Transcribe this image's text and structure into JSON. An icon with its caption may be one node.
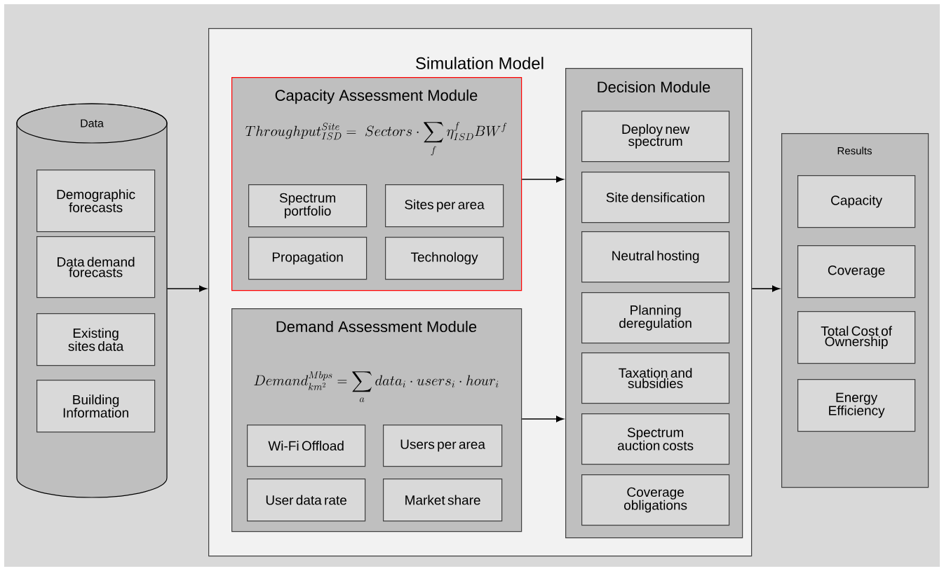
{
  "diagram": {
    "nodes": [
      {
        "text": [
          "Data"
        ]
      },
      {
        "text": [
          "Demographic forecasts"
        ],
        "in": 0
      },
      {
        "text": [
          "Data demand forecasts"
        ],
        "in": 0
      },
      {
        "text": [
          "Existing sites data"
        ],
        "in": 0
      },
      {
        "text": [
          "Building Information"
        ],
        "in": 0
      },
      {
        "text": [
          "Simulation Model"
        ]
      },
      {
        "text": [
          "Capacity Assessment Module",
          "Throughput_{ISD}^{Site} = \\; Sectors \\cdot \\sum_{f} \\eta_{ISD}^{f} BW^{f}"
        ],
        "in": 5
      },
      {
        "text": [
          "Spectrum portfolio"
        ],
        "in": 6
      },
      {
        "text": [
          "Sites per area"
        ],
        "in": 6
      },
      {
        "text": [
          "Propagation"
        ],
        "in": 6
      },
      {
        "text": [
          "Technology"
        ],
        "in": 6
      },
      {
        "text": [
          "Demand Assessment Module",
          "Demand_{km^2}^{Mbps} = \\sum_{a} data_{i} \\cdot users_{i} \\cdot hour_{i}"
        ],
        "in": 5
      },
      {
        "text": [
          "Wi-Fi Offload"
        ],
        "in": 11
      },
      {
        "text": [
          "Users per area"
        ],
        "in": 11
      },
      {
        "text": [
          "User data rate"
        ],
        "in": 11
      },
      {
        "text": [
          "Market share"
        ],
        "in": 11
      },
      {
        "text": [
          "Decision Module"
        ],
        "in": 5
      },
      {
        "text": [
          "Deploy new spectrum"
        ],
        "in": 16
      },
      {
        "text": [
          "Site densification"
        ],
        "in": 16
      },
      {
        "text": [
          "Neutral hosting"
        ],
        "in": 16
      },
      {
        "text": [
          "Planning deregulation"
        ],
        "in": 16
      },
      {
        "text": [
          "Taxation and subsidies"
        ],
        "in": 16
      },
      {
        "text": [
          "Spectrum auction costs"
        ],
        "in": 16
      },
      {
        "text": [
          "Coverage obligations"
        ],
        "in": 16
      },
      {
        "text": [
          "Results"
        ]
      },
      {
        "text": [
          "Capacity"
        ],
        "in": 24
      },
      {
        "text": [
          "Coverage"
        ],
        "in": 24
      },
      {
        "text": [
          "Total Cost of Ownership"
        ],
        "in": 24
      },
      {
        "text": [
          "Energy Efficiency"
        ],
        "in": 24
      }
    ],
    "edges": [
      {
        "from": 0,
        "to": 5,
        "arrow": "to"
      },
      {
        "from": 6,
        "to": 16,
        "arrow": "to"
      },
      {
        "from": 11,
        "to": 16,
        "arrow": "to"
      },
      {
        "from": 5,
        "to": 24,
        "arrow": "to"
      }
    ]
  }
}
